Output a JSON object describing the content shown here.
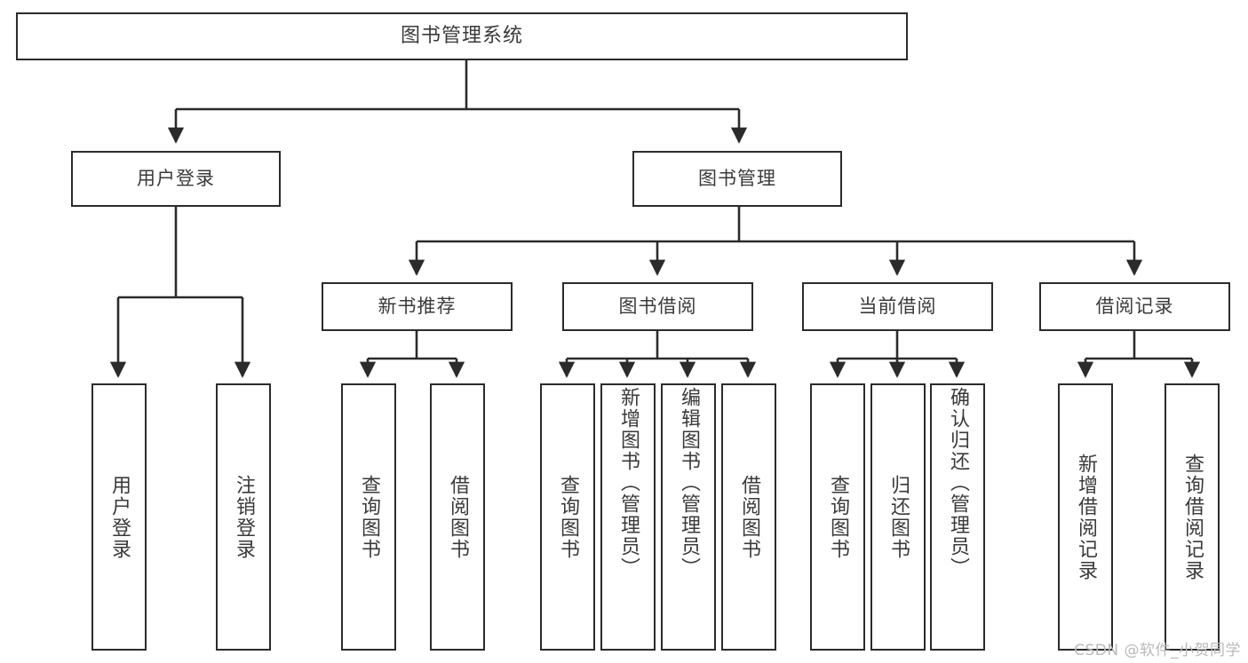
{
  "diagram": {
    "title": "图书管理系统",
    "type": "tree",
    "root": {
      "label": "图书管理系统"
    },
    "level2": [
      {
        "id": "user-login",
        "label": "用户登录"
      },
      {
        "id": "book-manage",
        "label": "图书管理"
      }
    ],
    "level3": [
      {
        "id": "new-book-recommend",
        "label": "新书推荐",
        "parent": "book-manage"
      },
      {
        "id": "book-borrow",
        "label": "图书借阅",
        "parent": "book-manage"
      },
      {
        "id": "current-borrow",
        "label": "当前借阅",
        "parent": "book-manage"
      },
      {
        "id": "borrow-record",
        "label": "借阅记录",
        "parent": "book-manage"
      }
    ],
    "leaves": {
      "user-login": [
        {
          "id": "leaf-user-login",
          "label": "用户登录"
        },
        {
          "id": "leaf-user-logout",
          "label": "注销登录"
        }
      ],
      "new-book-recommend": [
        {
          "id": "leaf-query-book-1",
          "label": "查询图书"
        },
        {
          "id": "leaf-borrow-book-1",
          "label": "借阅图书"
        }
      ],
      "book-borrow": [
        {
          "id": "leaf-query-book-2",
          "label": "查询图书"
        },
        {
          "id": "leaf-add-book",
          "label": "新增图书（管理员）"
        },
        {
          "id": "leaf-edit-book",
          "label": "编辑图书（管理员）"
        },
        {
          "id": "leaf-borrow-book-2",
          "label": "借阅图书"
        }
      ],
      "current-borrow": [
        {
          "id": "leaf-query-book-3",
          "label": "查询图书"
        },
        {
          "id": "leaf-return-book",
          "label": "归还图书"
        },
        {
          "id": "leaf-confirm-return",
          "label": "确认归还（管理员）"
        }
      ],
      "borrow-record": [
        {
          "id": "leaf-add-record",
          "label": "新增借阅记录"
        },
        {
          "id": "leaf-query-record",
          "label": "查询借阅记录"
        }
      ]
    }
  },
  "watermark": {
    "text": "CSDN @软件_小贺同学"
  },
  "colors": {
    "stroke": "#2b2b2b",
    "text": "#3a3a3a",
    "background": "#ffffff",
    "watermark": "#b9b9b9"
  }
}
